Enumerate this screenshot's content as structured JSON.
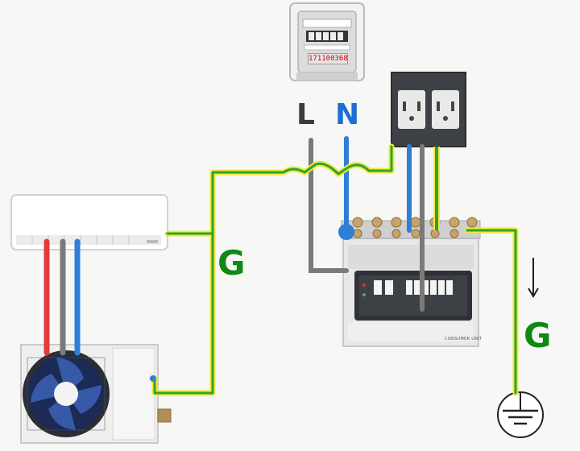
{
  "labels": {
    "live": "L",
    "neutral": "N",
    "ground_left": "G",
    "ground_right": "G"
  },
  "meter": {
    "reading": "171100368"
  },
  "consumer_unit": {
    "label": "CONSUMER UNIT"
  },
  "colors": {
    "live_wire": "#7a7a7a",
    "neutral_wire": "#2f7fd6",
    "ground_wire": "#2ea42e",
    "ground_highlight": "#f2e83a",
    "ac_red_wire": "#e23b3b"
  }
}
